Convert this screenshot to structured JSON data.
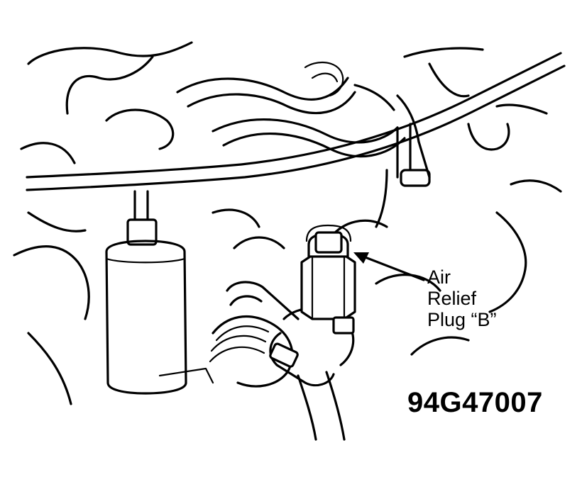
{
  "callout": {
    "lines": [
      "Air",
      "Relief",
      "Plug “B”"
    ]
  },
  "figure_id": "94G47007",
  "colors": {
    "ink": "#000000",
    "paper": "#ffffff"
  }
}
